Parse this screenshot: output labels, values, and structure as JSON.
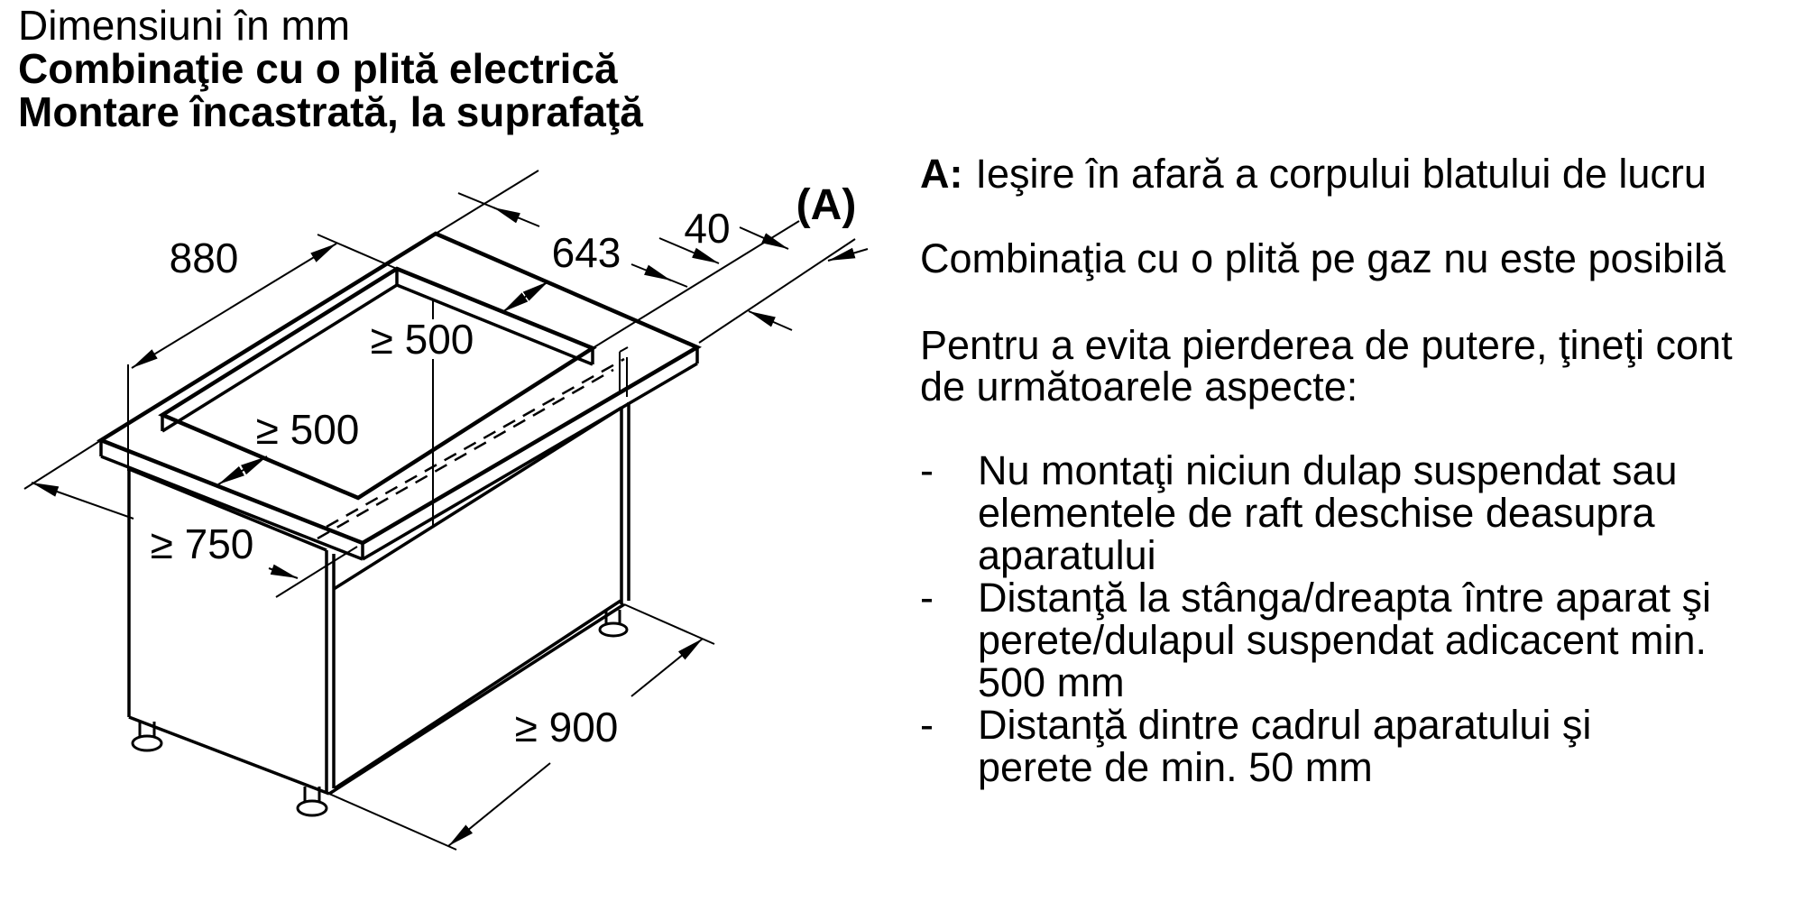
{
  "title_block": {
    "line1": "Dimensiuni în mm",
    "line2": "Combinaţie cu o plită electrică",
    "line3": "Montare încastrată, la suprafaţă"
  },
  "diagram": {
    "labels": {
      "width_back": "880",
      "cutout_width": "643",
      "overhang": "40",
      "overhang_ref": "(A)",
      "min_rear": "≥ 500",
      "min_front": "≥ 500",
      "min_depth": "≥ 750",
      "min_width": "≥ 900"
    }
  },
  "right_panel": {
    "note_a_label": "A:",
    "note_a_text": "Ieşire în afară a corpului blatului de lucru",
    "para_gas": "Combinaţia cu o plită pe gaz nu este posibilă",
    "para_power_line1": "Pentru a evita pierderea de putere, ţineţi cont",
    "para_power_line2": "de următoarele aspecte:",
    "bullet_marker": "-",
    "bullets": [
      {
        "lines": [
          "Nu montaţi niciun dulap suspendat sau",
          "elementele de raft deschise deasupra",
          "aparatului"
        ]
      },
      {
        "lines": [
          "Distanţă la stânga/dreapta între aparat şi",
          "perete/dulapul suspendat adicacent min.",
          "500 mm"
        ]
      },
      {
        "lines": [
          "Distanţă dintre cadrul aparatului şi",
          "perete de min. 50 mm"
        ]
      }
    ]
  }
}
